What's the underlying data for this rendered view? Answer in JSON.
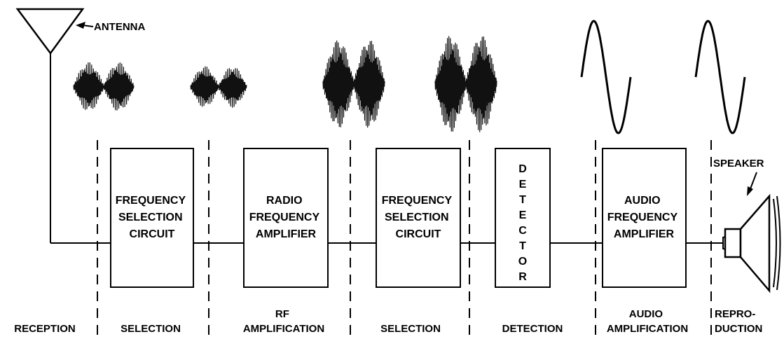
{
  "antenna": {
    "label": "ANTENNA"
  },
  "blocks": [
    {
      "id": "freq-sel-1",
      "lines": [
        "FREQUENCY",
        "SELECTION",
        "CIRCUIT"
      ]
    },
    {
      "id": "rf-amp",
      "lines": [
        "RADIO",
        "FREQUENCY",
        "AMPLIFIER"
      ]
    },
    {
      "id": "freq-sel-2",
      "lines": [
        "FREQUENCY",
        "SELECTION",
        "CIRCUIT"
      ]
    },
    {
      "id": "detector",
      "vertical": "DETECTOR"
    },
    {
      "id": "audio-amp",
      "lines": [
        "AUDIO",
        "FREQUENCY",
        "AMPLIFIER"
      ]
    }
  ],
  "speaker": {
    "label": "SPEAKER"
  },
  "stages": [
    {
      "id": "reception",
      "lines": [
        "RECEPTION"
      ]
    },
    {
      "id": "selection-1",
      "lines": [
        "SELECTION"
      ]
    },
    {
      "id": "rf-amplification",
      "lines": [
        "RF",
        "AMPLIFICATION"
      ]
    },
    {
      "id": "selection-2",
      "lines": [
        "SELECTION"
      ]
    },
    {
      "id": "detection",
      "lines": [
        "DETECTION"
      ]
    },
    {
      "id": "audio-amplification",
      "lines": [
        "AUDIO",
        "AMPLIFICATION"
      ]
    },
    {
      "id": "reproduction",
      "lines": [
        "REPRO-",
        "DUCTION"
      ]
    }
  ],
  "colors": {
    "ink": "#000000",
    "paper": "#ffffff"
  }
}
